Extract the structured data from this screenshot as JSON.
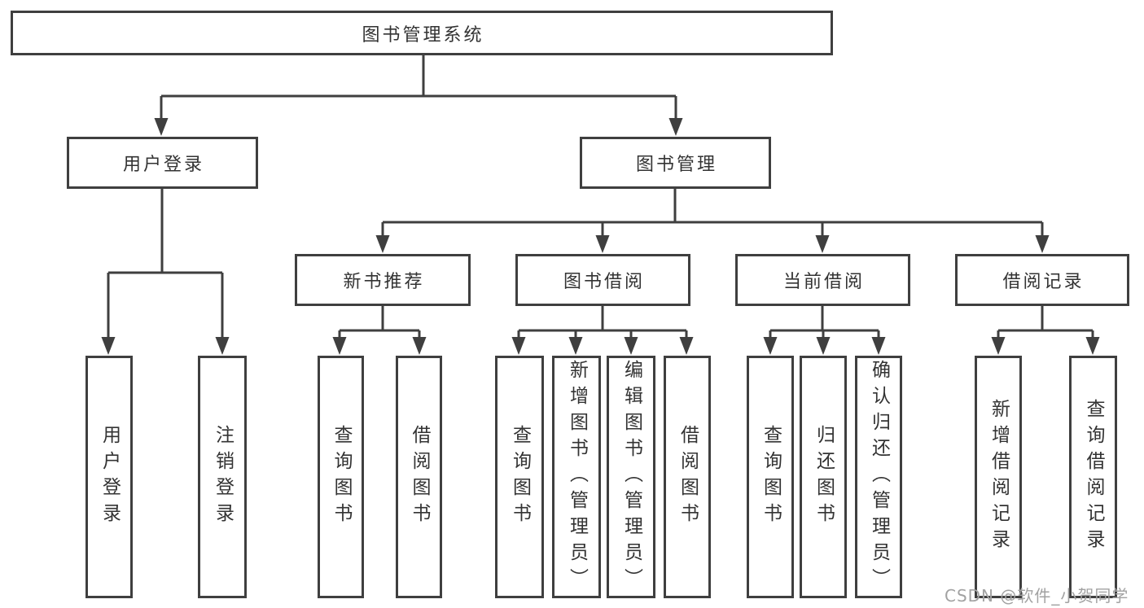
{
  "diagram": {
    "root": {
      "label": "图书管理系统"
    },
    "level2": [
      {
        "label": "用户登录"
      },
      {
        "label": "图书管理"
      }
    ],
    "level3": [
      {
        "label": "新书推荐"
      },
      {
        "label": "图书借阅"
      },
      {
        "label": "当前借阅"
      },
      {
        "label": "借阅记录"
      }
    ],
    "leaves": [
      {
        "label": "用户登录"
      },
      {
        "label": "注销登录"
      },
      {
        "label": "查询图书"
      },
      {
        "label": "借阅图书"
      },
      {
        "label": "查询图书"
      },
      {
        "label": "新增图书（管理员）"
      },
      {
        "label": "编辑图书（管理员）"
      },
      {
        "label": "借阅图书"
      },
      {
        "label": "查询图书"
      },
      {
        "label": "归还图书"
      },
      {
        "label": "确认归还（管理员）"
      },
      {
        "label": "新增借阅记录"
      },
      {
        "label": "查询借阅记录"
      }
    ]
  },
  "watermark": {
    "text": "CSDN @软件_小贺同学"
  },
  "colors": {
    "line": "#3f3f3f",
    "text": "#333333",
    "watermark": "#a2a2a2",
    "background": "#ffffff"
  }
}
